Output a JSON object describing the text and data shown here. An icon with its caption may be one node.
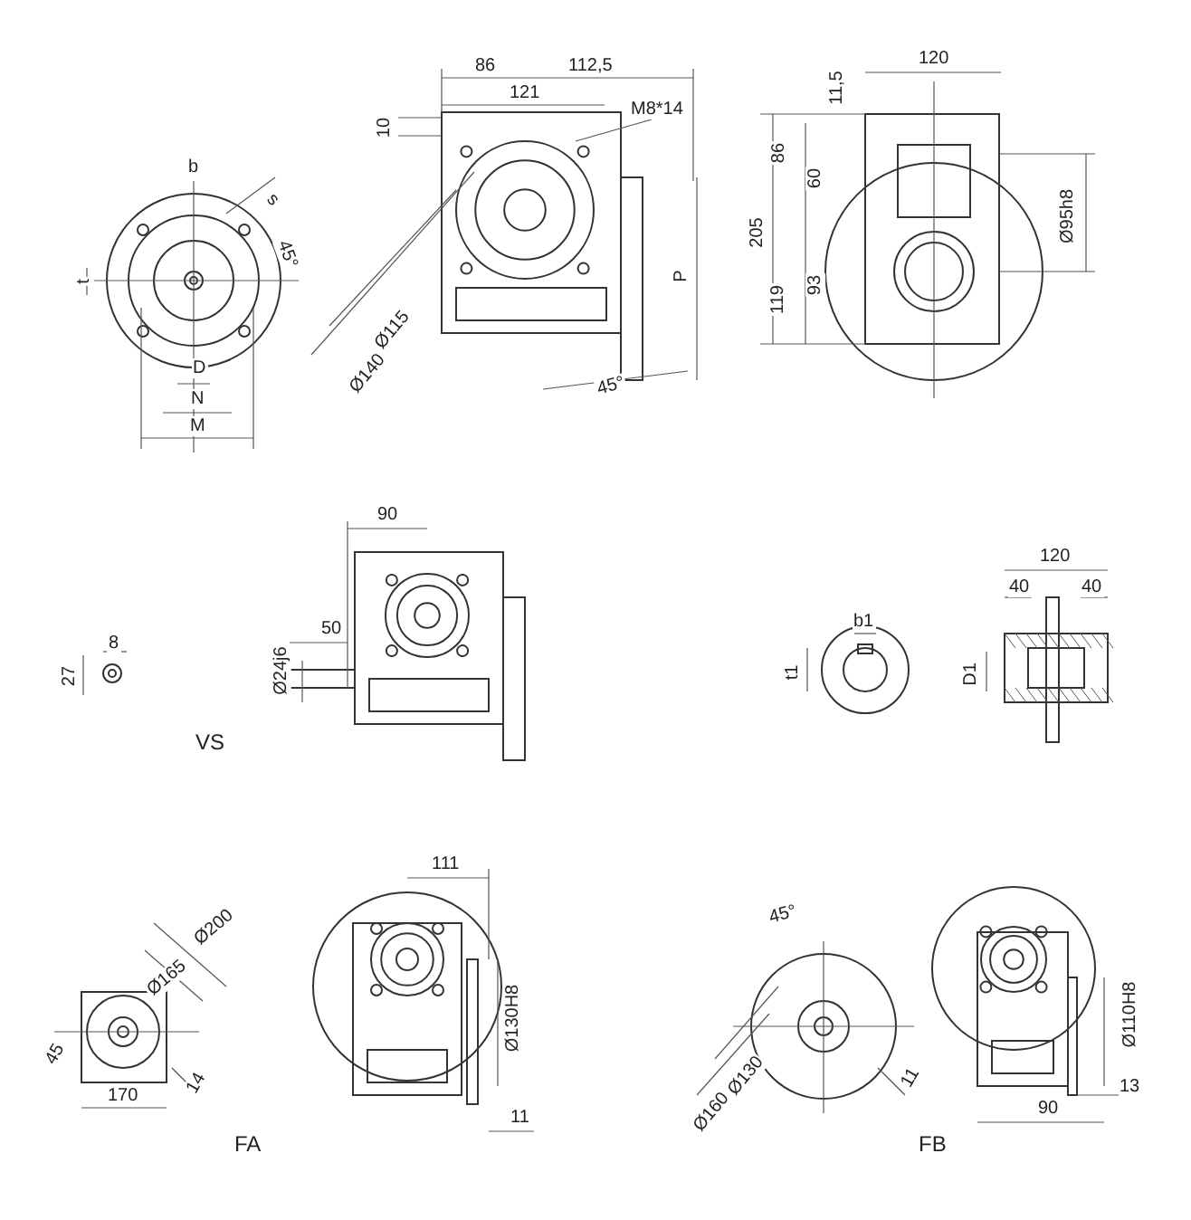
{
  "diagram": {
    "labels": [
      "b",
      "s",
      "45°",
      "t",
      "D",
      "N",
      "M",
      "86",
      "112,5",
      "121",
      "M8*14",
      "10",
      "Ø115",
      "Ø140",
      "P",
      "45°",
      "120",
      "11,5",
      "86",
      "60",
      "205",
      "119",
      "93",
      "Ø95h8",
      "8",
      "27",
      "90",
      "50",
      "Ø24j6",
      "VS",
      "b1",
      "t1",
      "120",
      "40",
      "40",
      "D1",
      "Ø200",
      "Ø165",
      "45",
      "14",
      "170",
      "111",
      "Ø130H8",
      "11",
      "FA",
      "45°",
      "Ø130",
      "Ø160",
      "11",
      "Ø110H8",
      "13",
      "90",
      "FB"
    ]
  }
}
